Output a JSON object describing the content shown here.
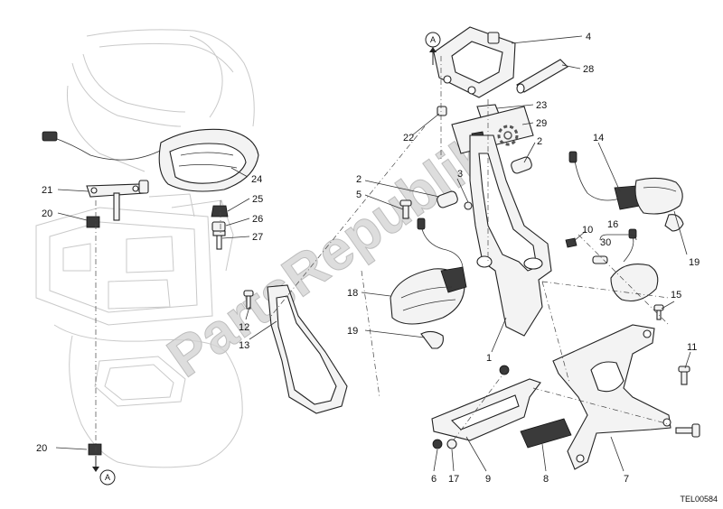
{
  "watermark": "PartsRepublik",
  "drawing_ref": "TEL00584",
  "view_marker": "A",
  "callouts": [
    {
      "id": "4",
      "label": "4"
    },
    {
      "id": "28",
      "label": "28"
    },
    {
      "id": "23",
      "label": "23"
    },
    {
      "id": "29",
      "label": "29"
    },
    {
      "id": "22",
      "label": "22"
    },
    {
      "id": "2a",
      "label": "2"
    },
    {
      "id": "2b",
      "label": "2"
    },
    {
      "id": "3",
      "label": "3"
    },
    {
      "id": "5",
      "label": "5"
    },
    {
      "id": "14",
      "label": "14"
    },
    {
      "id": "10",
      "label": "10"
    },
    {
      "id": "16",
      "label": "16"
    },
    {
      "id": "30",
      "label": "30"
    },
    {
      "id": "19a",
      "label": "19"
    },
    {
      "id": "15",
      "label": "15"
    },
    {
      "id": "18",
      "label": "18"
    },
    {
      "id": "19b",
      "label": "19"
    },
    {
      "id": "1",
      "label": "1"
    },
    {
      "id": "11",
      "label": "11"
    },
    {
      "id": "6",
      "label": "6"
    },
    {
      "id": "17",
      "label": "17"
    },
    {
      "id": "9",
      "label": "9"
    },
    {
      "id": "8",
      "label": "8"
    },
    {
      "id": "7",
      "label": "7"
    },
    {
      "id": "24",
      "label": "24"
    },
    {
      "id": "21",
      "label": "21"
    },
    {
      "id": "20a",
      "label": "20"
    },
    {
      "id": "25",
      "label": "25"
    },
    {
      "id": "26",
      "label": "26"
    },
    {
      "id": "27",
      "label": "27"
    },
    {
      "id": "12",
      "label": "12"
    },
    {
      "id": "13",
      "label": "13"
    },
    {
      "id": "20b",
      "label": "20"
    }
  ]
}
